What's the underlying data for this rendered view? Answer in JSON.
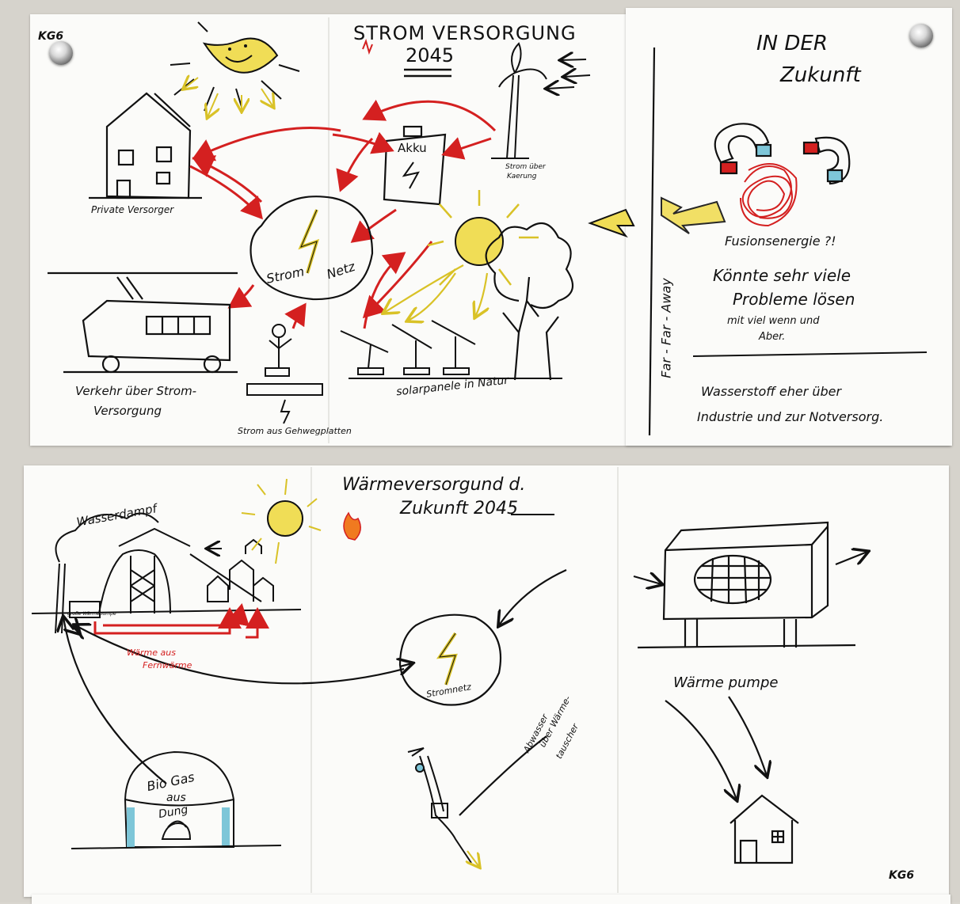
{
  "top_poster": {
    "initials": "KG6",
    "title_line1": "STROM VERSORGUNG",
    "title_line2": "2045",
    "heading_future_1": "IN DER",
    "heading_future_2": "Zukunft",
    "private": "Private Versorger",
    "akku": "Akku",
    "wind_label_1": "Strom über",
    "wind_label_2": "Kaerung",
    "grid_1": "Strom",
    "grid_2": "Netz",
    "traffic_1": "Verkehr über Strom-",
    "traffic_2": "Versorgung",
    "floor": "Strom aus Gehwegplatten",
    "solar": "solarpanele in Natur",
    "fusion": "Fusionsenergie ?!",
    "far": "Far - Far - Away",
    "fusion_text_1": "Könnte sehr viele",
    "fusion_text_2": "Probleme lösen",
    "fusion_text_3": "mit viel wenn und",
    "fusion_text_4": "Aber.",
    "hydrogen_1": "Wasserstoff eher über",
    "hydrogen_2": "Industrie und zur Notversorg."
  },
  "bottom_poster": {
    "title_line1": "Wärmeversorgund d.",
    "title_line2": "Zukunft 2045",
    "wasserdampf": "Wasserdampf",
    "grosse": "große Wärmepumpe",
    "fernwaerme_1": "Wärme aus",
    "fernwaerme_2": "Fernwärme",
    "stromnetz": "Stromnetz",
    "biogas_1": "Bio Gas",
    "biogas_2": "aus",
    "biogas_3": "Dung",
    "abwasser_1": "Abwasser",
    "abwasser_2": "über Wärme-",
    "abwasser_3": "tauscher",
    "waermepumpe": "Wärme pumpe",
    "initials": "KG6"
  },
  "colors": {
    "red": "#d42020",
    "yellow": "#e8d43a",
    "blue": "#7ec6d8",
    "ink": "#111111"
  }
}
